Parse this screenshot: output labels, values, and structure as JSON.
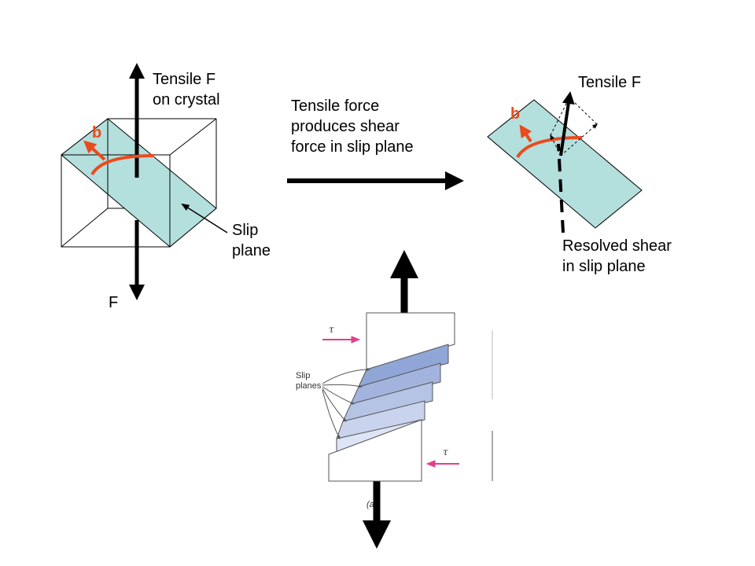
{
  "labels": {
    "tensile_f_crystal": "Tensile F\non crystal",
    "f_bottom": "F",
    "slip_plane": "Slip\nplane",
    "b_left": "b",
    "explanation": "Tensile force\nproduces shear\nforce in slip plane",
    "tensile_f_right": "Tensile F",
    "b_right": "b",
    "resolved_shear": "Resolved shear\nin slip plane",
    "tau_top": "τ",
    "tau_bottom": "τ",
    "slip_planes_small": "Slip\nplanes",
    "figure_tag": "(a"
  },
  "colors": {
    "slip_plane_fill": "#b3dfdd",
    "burgers_vector": "#ec4a1c",
    "tau_arrow": "#e0408a",
    "block_dark": "#8fa6d6",
    "block_light": "#c9d3ee"
  }
}
